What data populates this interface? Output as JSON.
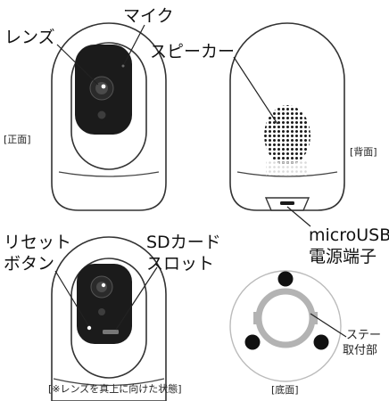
{
  "labels": {
    "lens": "レンズ",
    "mic": "マイク",
    "speaker": "スピーカー",
    "front": "[正面]",
    "back": "[背面]",
    "microusb_line1": "microUSB",
    "microusb_line2": "電源端子",
    "reset_line1": "リセット",
    "reset_line2": "ボタン",
    "sdcard_line1": "SDカード",
    "sdcard_line2": "スロット",
    "stand_line1": "ステー",
    "stand_line2": "取付部",
    "lens_up_note": "[※レンズを真上に向けた状態]",
    "bottom": "[底面]"
  }
}
